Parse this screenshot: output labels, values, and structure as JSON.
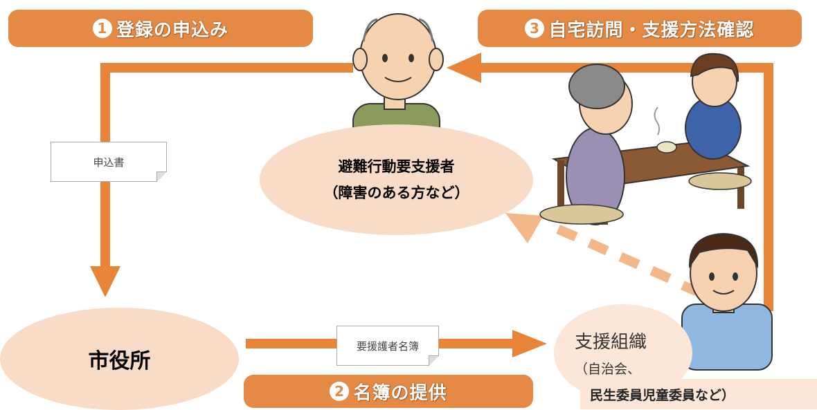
{
  "banners": {
    "step1": {
      "num": "1",
      "text": "登録の申込み"
    },
    "step2": {
      "num": "2",
      "text": "名簿の提供"
    },
    "step3": {
      "num": "3",
      "text": "自宅訪問・支援方法確認"
    }
  },
  "nodes": {
    "person": {
      "line1": "避難行動要支援者",
      "line2": "（障害のある方など）"
    },
    "city": {
      "label": "市役所"
    },
    "org": {
      "title": "支援組織",
      "sub": "（自治会、",
      "extra": "民生委員児童委員など）"
    }
  },
  "documents": {
    "application": "申込書",
    "roster": "要援護者名簿"
  },
  "colors": {
    "arrow": "#e8833a",
    "banner": "#e58a45",
    "ellipse": "#f8dcc8",
    "dashed_arrow": "#f4b888"
  }
}
